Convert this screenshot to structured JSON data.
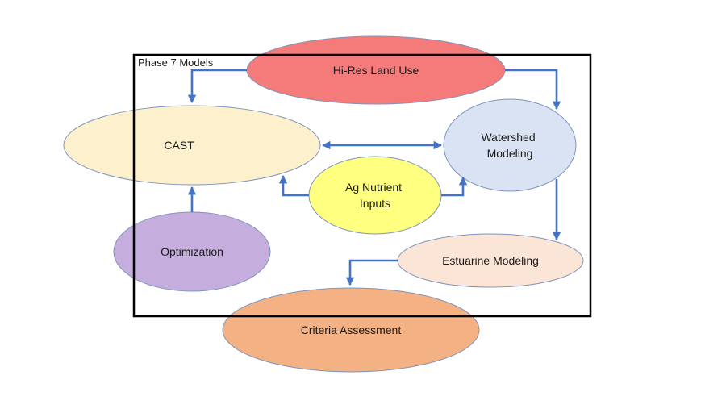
{
  "frame": {
    "label": "Phase 7 Models"
  },
  "nodes": {
    "hires": {
      "lines": [
        "Hi-Res Land Use"
      ],
      "fill": "#f47b7a"
    },
    "cast": {
      "lines": [
        "CAST"
      ],
      "fill": "#fdf0cc"
    },
    "watershed": {
      "lines": [
        "Watershed",
        "Modeling"
      ],
      "fill": "#dae3f3"
    },
    "ag": {
      "lines": [
        "Ag Nutrient",
        "Inputs"
      ],
      "fill": "#ffff80"
    },
    "optimization": {
      "lines": [
        "Optimization"
      ],
      "fill": "#c5aede"
    },
    "estuarine": {
      "lines": [
        "Estuarine Modeling"
      ],
      "fill": "#fbe5d6"
    },
    "criteria": {
      "lines": [
        "Criteria Assessment"
      ],
      "fill": "#f4b183"
    }
  },
  "colors": {
    "arrow": "#4472c4",
    "ellipse_stroke": "#7f95bd",
    "frame": "#000000"
  }
}
